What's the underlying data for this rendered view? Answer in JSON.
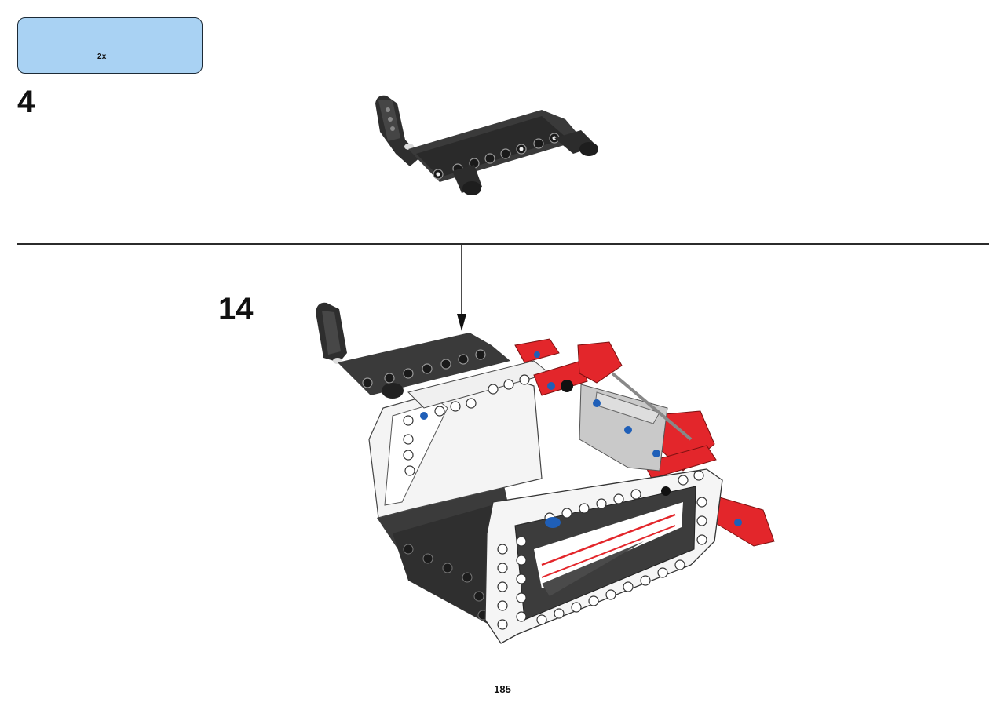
{
  "parts_list": {
    "items": [
      {
        "icon": "axle-connector-icon",
        "quantity": "2x",
        "color": "#3a3a3a"
      }
    ]
  },
  "substep": {
    "number": "4"
  },
  "step": {
    "number": "14"
  },
  "page": {
    "number": "185"
  },
  "colors": {
    "parts_box_bg": "#a9d2f3",
    "dark_beam": "#3b3b3b",
    "white_beam": "#f3f3f3",
    "red_part": "#e3262b",
    "blue_pin": "#1f5fb8",
    "gray_part": "#c8c8c8"
  }
}
